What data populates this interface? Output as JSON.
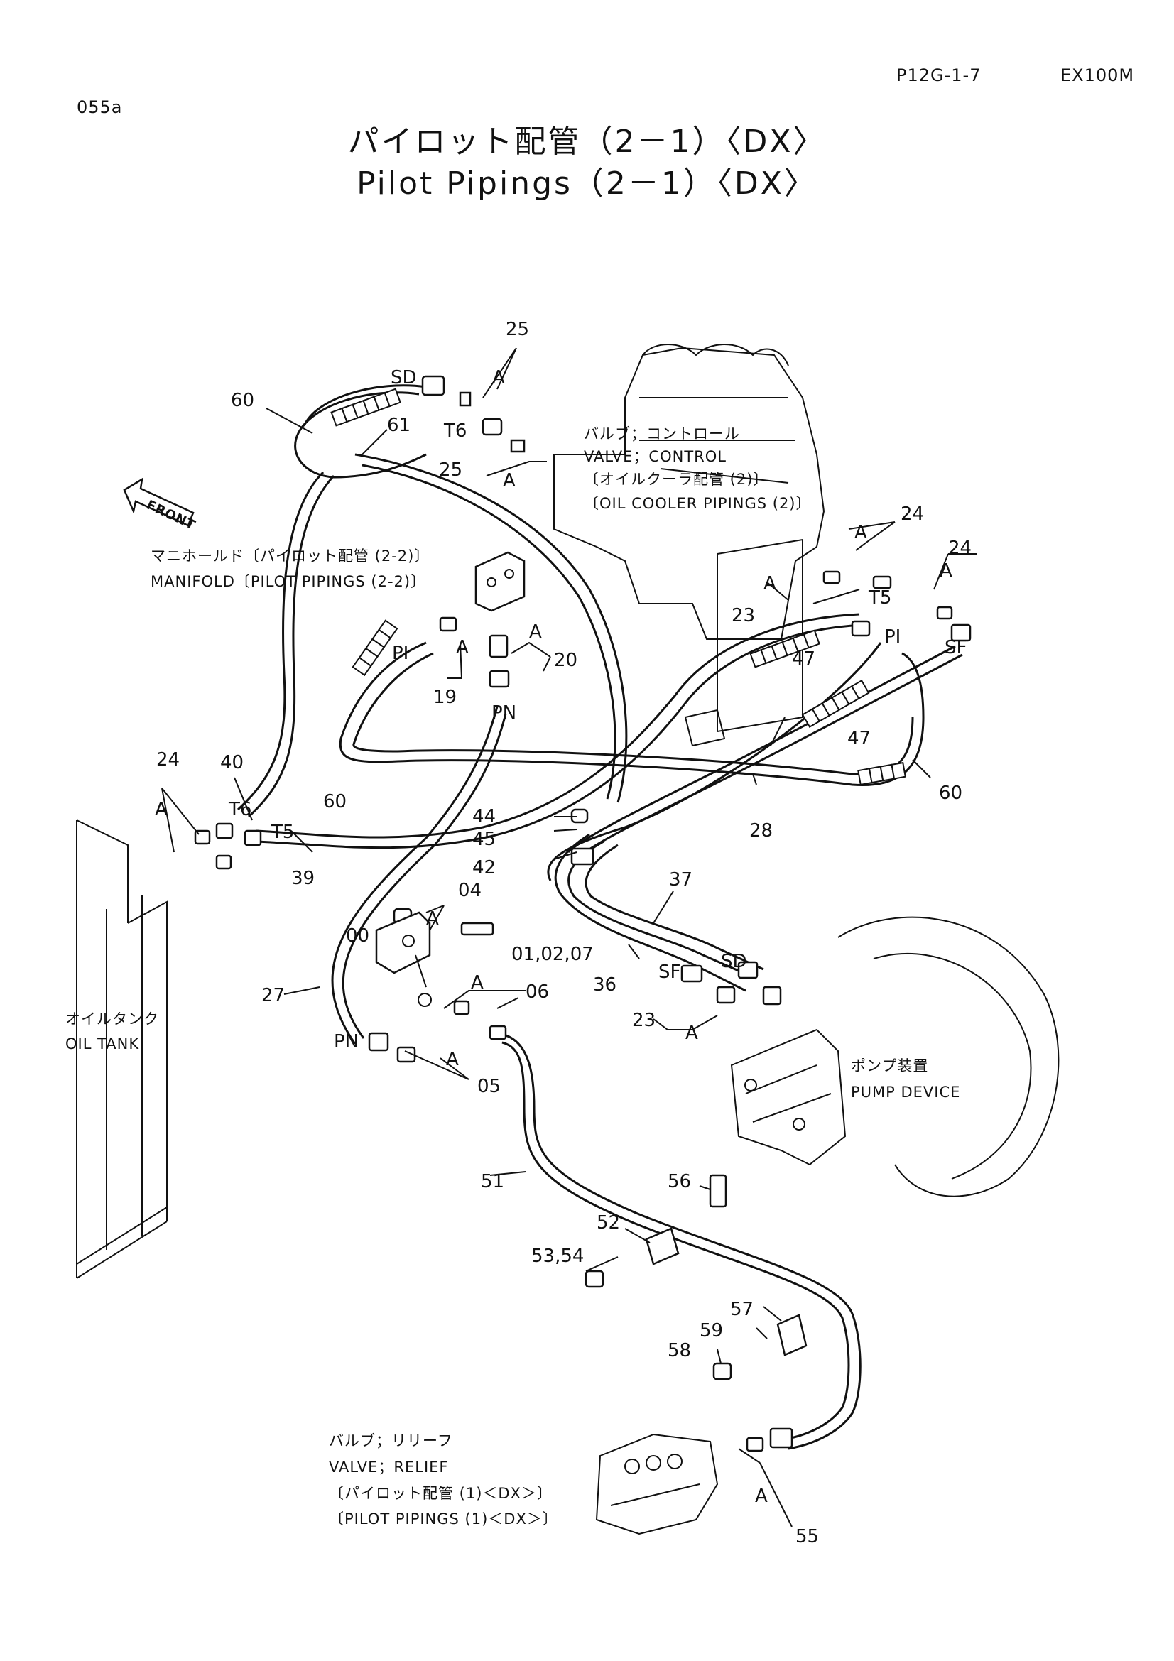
{
  "header": {
    "page_code": "P12G-1-7",
    "model": "EX100M",
    "figure_no": "055a"
  },
  "title": {
    "ja": "パイロット配管（2－1）〈DX〉",
    "en": "Pilot Pipings（2－1）〈DX〉"
  },
  "notes": {
    "control_valve": [
      "バルブ；コントロール",
      "VALVE；CONTROL",
      "〔オイルクーラ配管 (2)〕",
      "〔OIL COOLER PIPINGS (2)〕"
    ],
    "manifold": [
      "マニホールド〔パイロット配管 (2-2)〕",
      "MANIFOLD〔PILOT PIPINGS (2-2)〕"
    ],
    "oil_tank": [
      "オイルタンク",
      "OIL TANK"
    ],
    "pump_device": [
      "ポンプ装置",
      "PUMP DEVICE"
    ],
    "relief_valve": [
      "バルブ；リリーフ",
      "VALVE；RELIEF",
      "〔パイロット配管 (1)＜DX＞〕",
      "〔PILOT PIPINGS (1)＜DX＞〕"
    ],
    "front": "FRONT"
  },
  "port_labels": [
    "SD",
    "T6",
    "T6",
    "T5",
    "T5",
    "PI",
    "PI",
    "PN",
    "PN",
    "SF",
    "SF",
    "SD"
  ],
  "part_numbers": [
    "25",
    "25",
    "60",
    "61",
    "24",
    "24",
    "24",
    "20",
    "19",
    "47",
    "47",
    "23",
    "23",
    "60",
    "60",
    "40",
    "28",
    "39",
    "44",
    "45",
    "42",
    "37",
    "36",
    "04",
    "00",
    "01,02,07",
    "27",
    "06",
    "05",
    "51",
    "56",
    "52",
    "53,54",
    "57",
    "59",
    "58",
    "55"
  ],
  "marker_letter": "A"
}
